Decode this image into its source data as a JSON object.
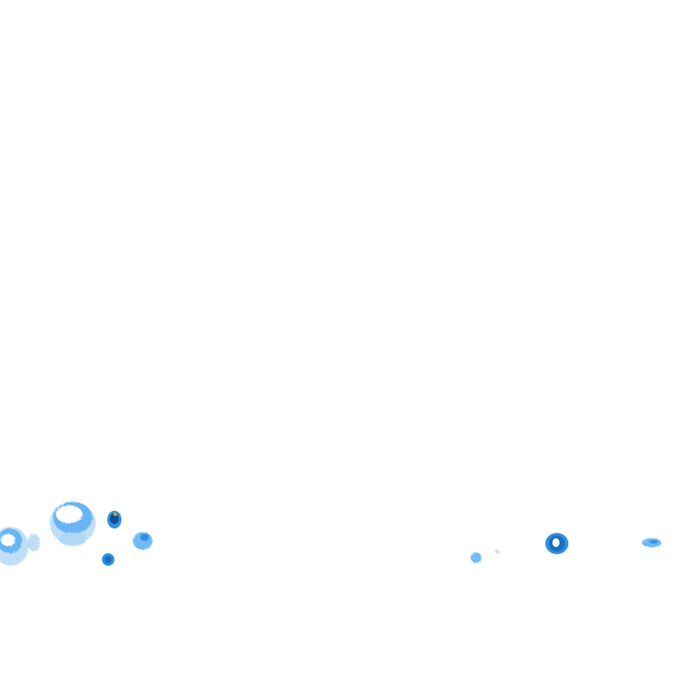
{
  "map": {
    "kind": "precipitation-radar-overlay-tile",
    "background": "#ffffff",
    "palette": {
      "light": "#a9d4f5",
      "medium": "#5aaef0",
      "strong": "#2f8fe0",
      "heavy": "#1a6fc2",
      "core": "#0d4f94",
      "hot": "#e0a020"
    },
    "legend": "none",
    "labels": "none"
  }
}
